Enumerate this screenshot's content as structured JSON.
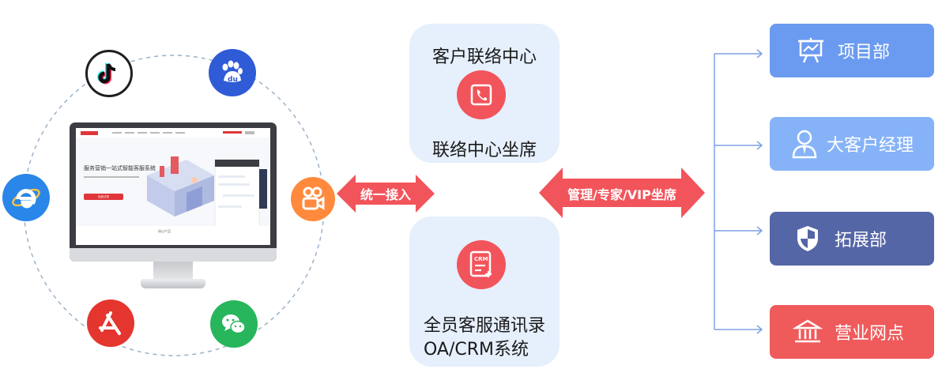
{
  "channels": {
    "icons": [
      "tiktok-icon",
      "baidu-icon",
      "ie-browser-icon",
      "kuaishou-icon",
      "app-store-icon",
      "wechat-icon"
    ],
    "website_title": "服务营销一站式智能客服系统",
    "website_button": "免费试用",
    "website_footer": "核心产品"
  },
  "connector_left": {
    "label": "统一接入"
  },
  "connector_right": {
    "label": "管理/专家/VIP坐席"
  },
  "center": {
    "top_card": {
      "title": "客户联络中心",
      "subtitle": "联络中心坐席",
      "icon": "phone-icon"
    },
    "bottom_card": {
      "line1": "全员客服通讯录",
      "line2": "OA/CRM系统",
      "icon": "crm-document-icon",
      "icon_text": "CRM"
    }
  },
  "departments": [
    {
      "label": "项目部",
      "icon": "presentation-board-icon",
      "color": "#6b9bf0"
    },
    {
      "label": "大客户经理",
      "icon": "user-manager-icon",
      "color": "#86b3f7"
    },
    {
      "label": "拓展部",
      "icon": "shield-icon",
      "color": "#5566a6"
    },
    {
      "label": "营业网点",
      "icon": "bank-building-icon",
      "color": "#ef5a5b"
    }
  ],
  "colors": {
    "accent_red": "#f2545b",
    "card_bg": "#e6effc",
    "dashed_ring": "#9bb1c8",
    "tree_line": "#7ea1e6"
  }
}
